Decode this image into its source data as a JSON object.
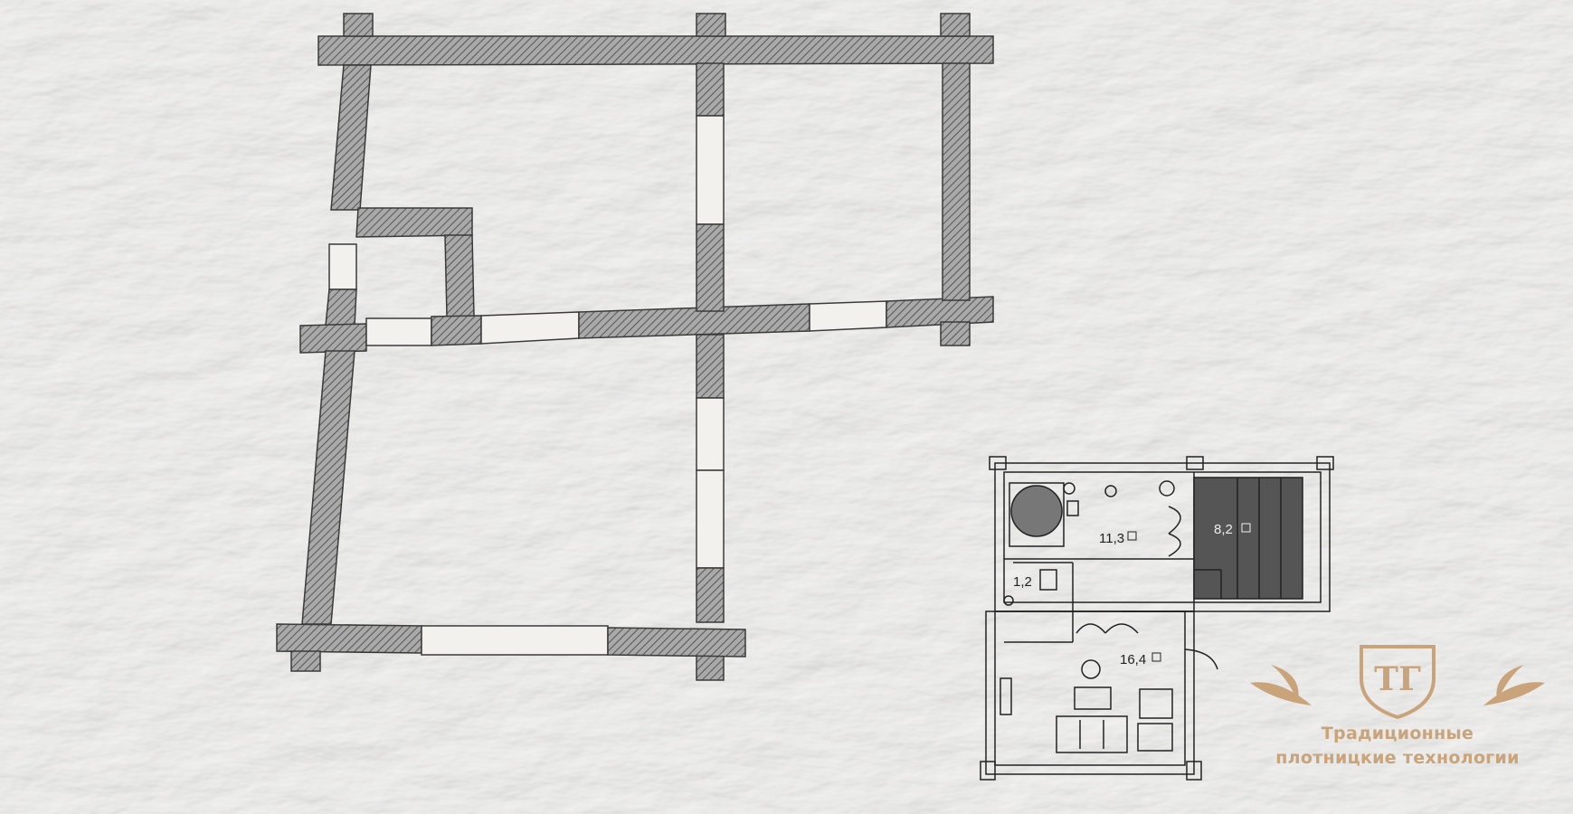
{
  "small_plan": {
    "rooms": [
      {
        "id": "steam",
        "area": "11,3"
      },
      {
        "id": "stairs",
        "area": "8,2"
      },
      {
        "id": "wc",
        "area": "1,2"
      },
      {
        "id": "lounge",
        "area": "16,4"
      }
    ]
  },
  "logo": {
    "line1": "Традиционные",
    "line2": "плотницкие технологии"
  },
  "colors": {
    "paper": "#e9e8e6",
    "wall_fill": "#a9a9a9",
    "hatch": "#555555",
    "outline": "#3a3a3a",
    "stair_fill": "#555555",
    "logo": "#c9a37a"
  }
}
